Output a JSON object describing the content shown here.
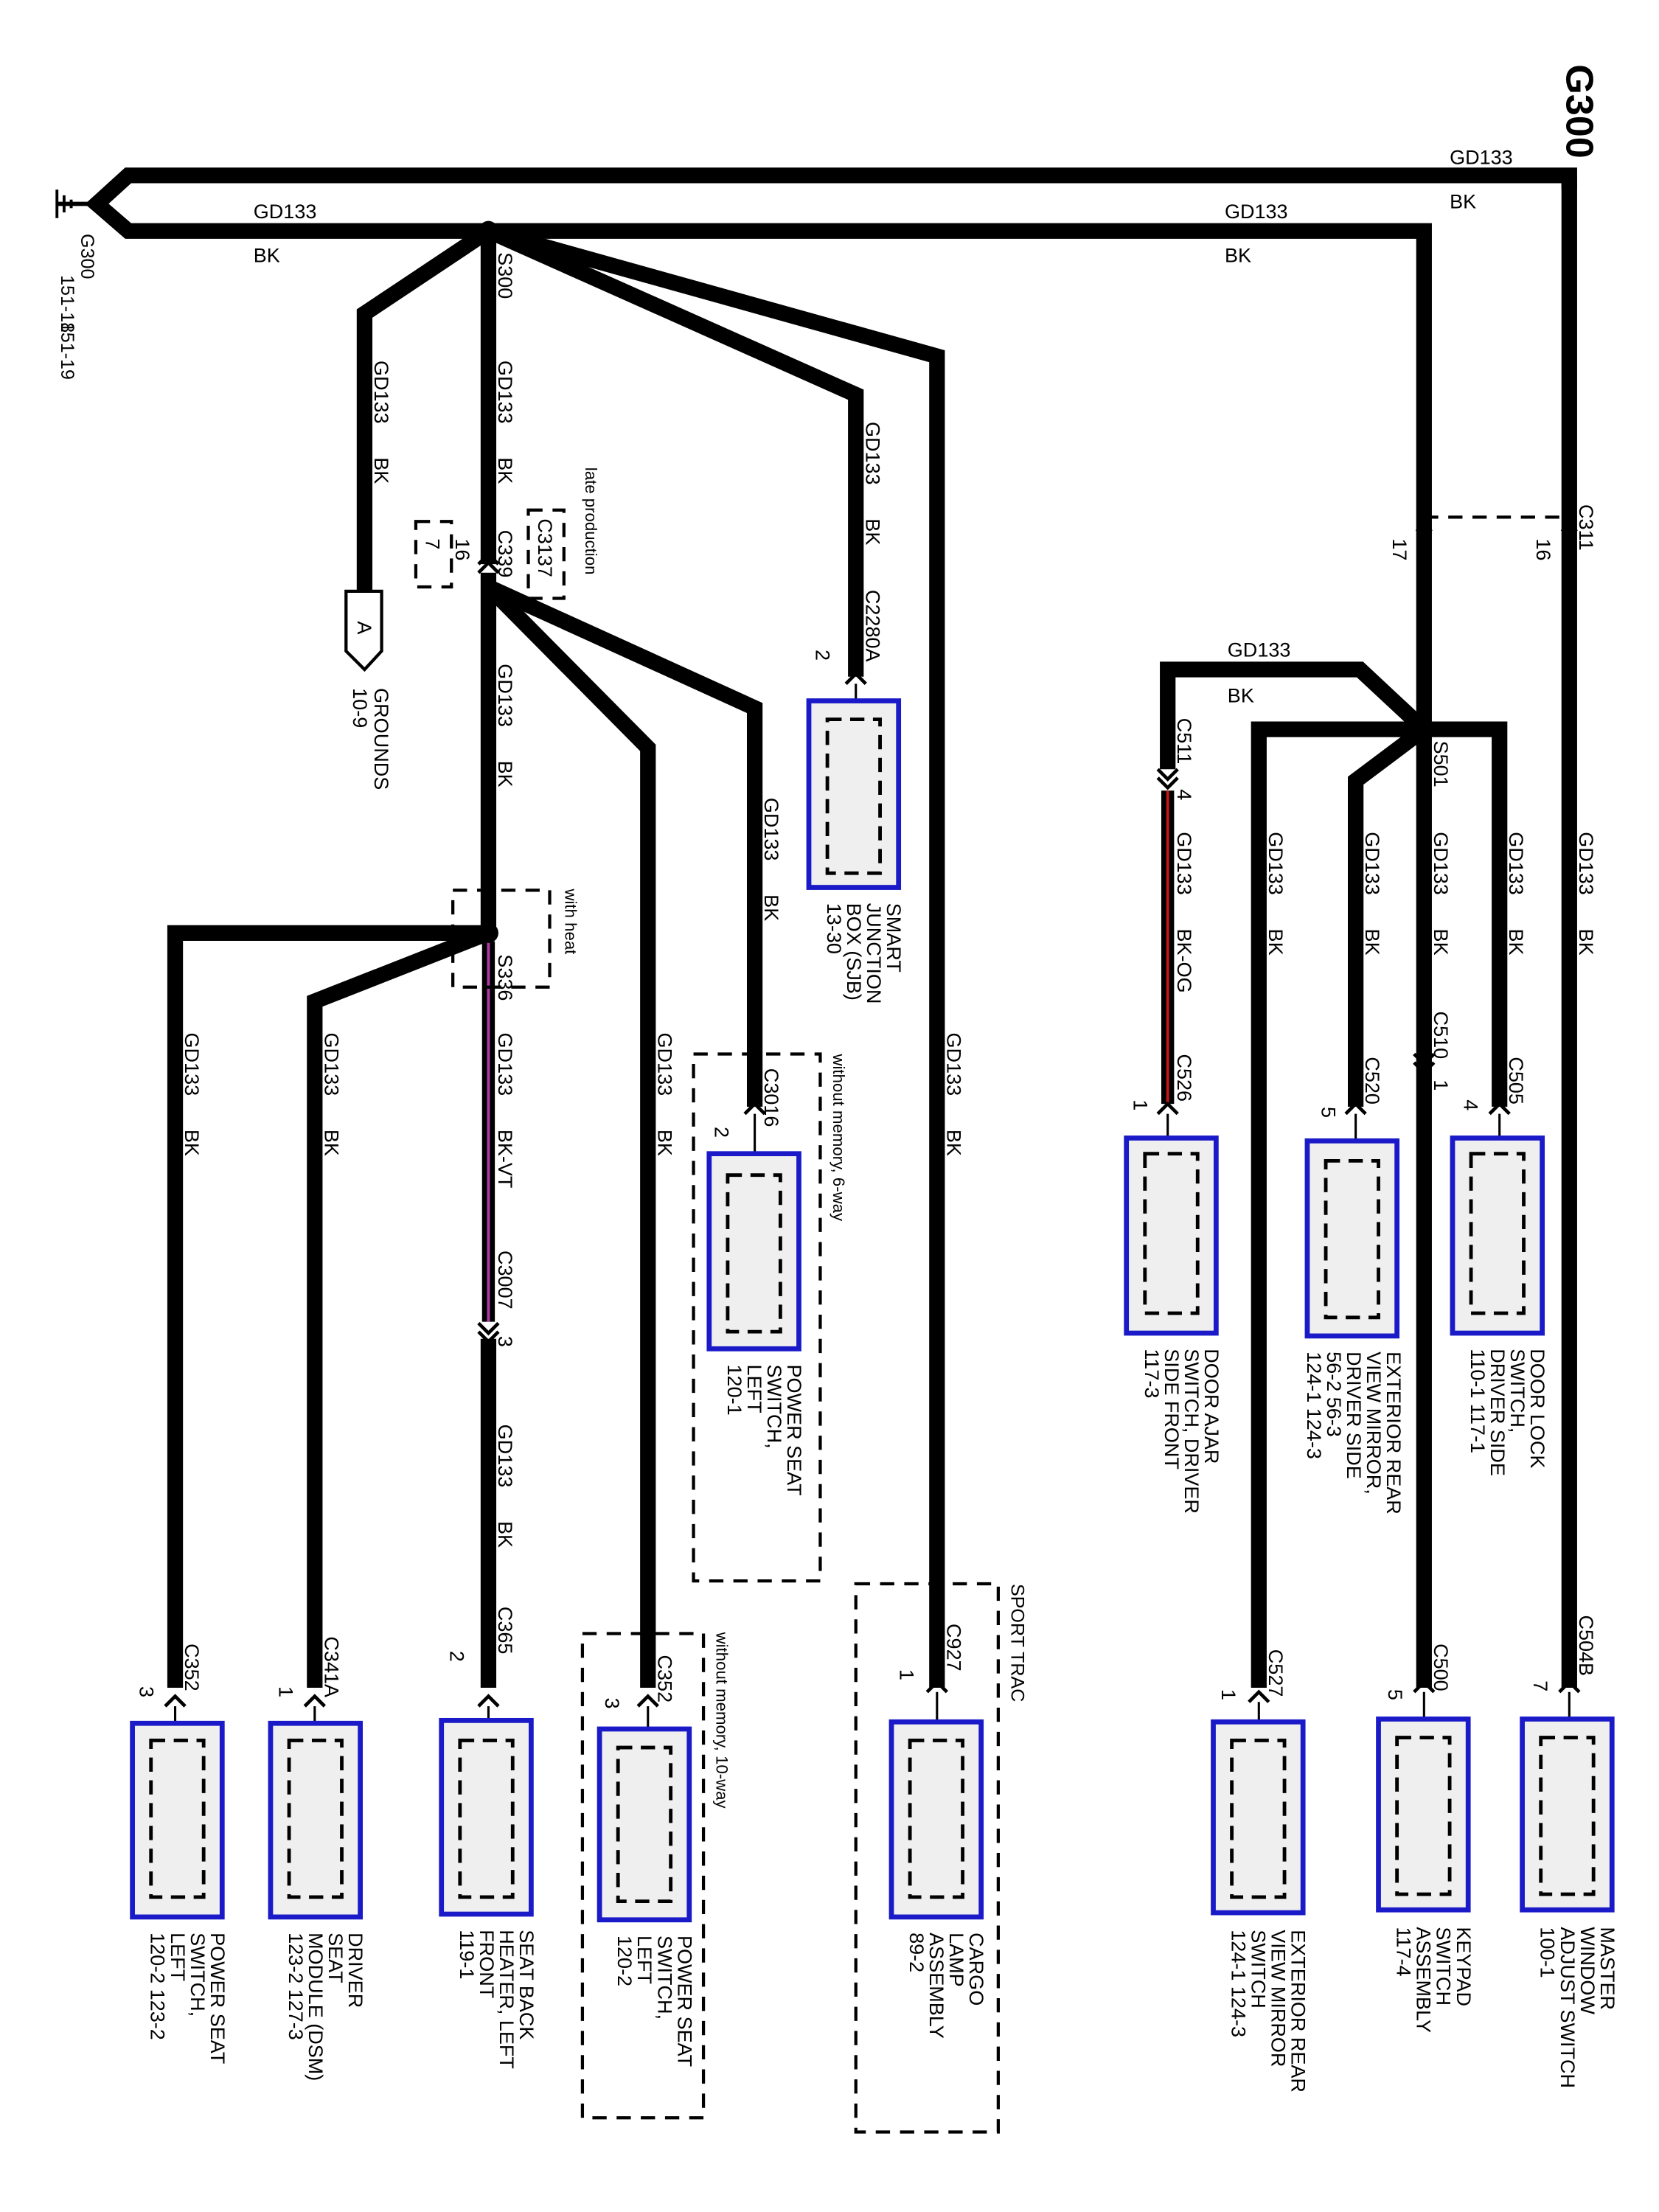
{
  "title": "G300",
  "ground": {
    "name": "G300",
    "refs": [
      "151-18",
      "151-19"
    ]
  },
  "wire": {
    "circuit": "GD133",
    "color": "BK",
    "color_heat": "BK-VT",
    "color_ajar": "BK-OG"
  },
  "splices": {
    "s300": "S300",
    "s336": "S336",
    "s501": "S501"
  },
  "connectors": {
    "c339": "C339",
    "c339_pin": "16",
    "c3137": "C3137",
    "c3137_pin": "7",
    "c311": "C311",
    "c311_pin": "16",
    "c311_pin2": "17",
    "c2280a": "C2280A",
    "c2280a_pin": "2",
    "c3016": "C3016",
    "c3016_pin": "2",
    "c3007": "C3007",
    "c3007_pin": "3",
    "c365": "C365",
    "c365_pin": "2",
    "c352a": "C352",
    "c352a_pin": "3",
    "c341a": "C341A",
    "c341a_pin": "1",
    "c352b": "C352",
    "c352b_pin": "3",
    "c927": "C927",
    "c927_pin": "1",
    "c511": "C511",
    "c511_pin": "4",
    "c526": "C526",
    "c526_pin": "1",
    "c520": "C520",
    "c520_pin": "5",
    "c510": "C510",
    "c510_pin": "1",
    "c505": "C505",
    "c505_pin": "4",
    "c527": "C527",
    "c527_pin": "1",
    "c500": "C500",
    "c500_pin": "5",
    "c504b": "C504B",
    "c504b_pin": "7"
  },
  "notes": {
    "late_production": "late production",
    "with_heat": "with heat",
    "without_memory_6way": "without memory, 6-way",
    "without_memory_10way": "without memory, 10-way",
    "sport_trac": "SPORT TRAC"
  },
  "grounds_ref": {
    "letter": "A",
    "lines": [
      "GROUNDS",
      "10-9"
    ]
  },
  "components": {
    "sjb": [
      "SMART",
      "JUNCTION",
      "BOX (SJB)",
      "13-30"
    ],
    "psw6": [
      "POWER SEAT",
      "SWITCH,",
      "LEFT",
      "120-1"
    ],
    "door_ajar": [
      "DOOR AJAR",
      "SWITCH, DRIVER",
      "SIDE FRONT",
      "117-3"
    ],
    "mirror_driver": [
      "EXTERIOR REAR",
      "VIEW MIRROR,",
      "DRIVER SIDE",
      "56-2     56-3",
      "124-1   124-3"
    ],
    "door_lock": [
      "DOOR LOCK",
      "SWITCH,",
      "DRIVER SIDE",
      "110-1     117-1"
    ],
    "psw_left": [
      "POWER SEAT",
      "SWITCH,",
      "LEFT",
      "120-2    123-2"
    ],
    "dsm": [
      "DRIVER",
      "SEAT",
      "MODULE (DSM)",
      "123-2    127-3"
    ],
    "heater": [
      "SEAT BACK",
      "HEATER, LEFT",
      "FRONT",
      "119-1"
    ],
    "psw10": [
      "POWER SEAT",
      "SWITCH,",
      "LEFT",
      "120-2"
    ],
    "cargo": [
      "CARGO",
      "LAMP",
      "ASSEMBLY",
      "89-2"
    ],
    "mirror_switch": [
      "EXTERIOR REAR",
      "VIEW MIRROR",
      "SWITCH",
      "124-1    124-3"
    ],
    "keypad": [
      "KEYPAD",
      "SWITCH",
      "ASSEMBLY",
      "117-4"
    ],
    "master_window": [
      "MASTER",
      "WINDOW",
      "ADJUST SWITCH",
      "100-1"
    ]
  }
}
